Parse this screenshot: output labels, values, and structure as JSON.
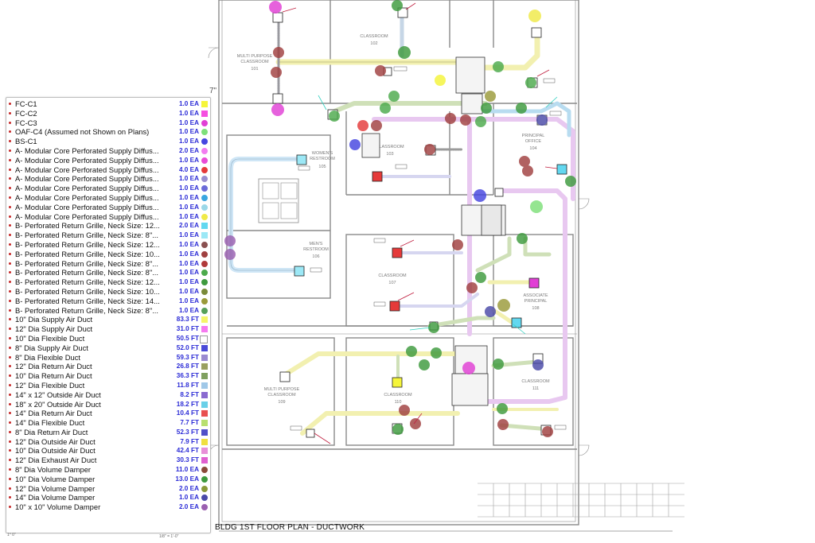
{
  "sheet": {
    "title": "BLDG 1ST FLOOR PLAN - DUCTWORK",
    "title_prefix": "BLDG",
    "corner_note": "1° 0\"",
    "scale_note": "1/8\" = 1'-0\"",
    "top_mark": "7\""
  },
  "rooms": [
    {
      "label": "MULTI PURPOSE CLASSROOM",
      "line1": "MULTI PURPOSE",
      "line2": "CLASSROOM",
      "num": "101"
    },
    {
      "label": "CLASSROOM",
      "line1": "CLASSROOM",
      "num": "102"
    },
    {
      "label": "CLASSROOM",
      "line1": "CLASSROOM",
      "num": "103"
    },
    {
      "label": "PRINCIPAL OFFICE",
      "line1": "PRINCIPAL",
      "line2": "OFFICE",
      "num": "104"
    },
    {
      "label": "WOMEN'S RESTROOM",
      "line1": "WOMEN'S",
      "line2": "RESTROOM",
      "num": "105"
    },
    {
      "label": "MEN'S RESTROOM",
      "line1": "MEN'S",
      "line2": "RESTROOM",
      "num": "106"
    },
    {
      "label": "CLASSROOM",
      "line1": "CLASSROOM",
      "num": "107"
    },
    {
      "label": "ASSOCIATE PRINCIPAL",
      "line1": "ASSOCIATE",
      "line2": "PRINCIPAL",
      "num": "108"
    },
    {
      "label": "MULTI PURPOSE CLASSROOM",
      "line1": "MULTI PURPOSE",
      "line2": "CLASSROOM",
      "num": "109"
    },
    {
      "label": "CLASSROOM",
      "line1": "CLASSROOM",
      "num": "110"
    },
    {
      "label": "CLASSROOM",
      "line1": "CLASSROOM",
      "num": "111"
    }
  ],
  "legend": {
    "items": [
      {
        "name": "FC-C1",
        "qty": "1.0 EA",
        "color": "#f5f53a",
        "shape": "square"
      },
      {
        "name": "FC-C2",
        "qty": "1.0 EA",
        "color": "#f54fe0",
        "shape": "square"
      },
      {
        "name": "FC-C3",
        "qty": "1.0 EA",
        "color": "#e13fd5",
        "shape": "circle"
      },
      {
        "name": "OAF-C4 (Assumed not Shown on Plans)",
        "qty": "1.0 EA",
        "color": "#7ee07a",
        "shape": "circle"
      },
      {
        "name": "BS-C1",
        "qty": "1.0 EA",
        "color": "#4646e0",
        "shape": "circle"
      },
      {
        "name": "A- Modular Core Perforated Supply Diffus...",
        "qty": "2.0 EA",
        "color": "#f27df0",
        "shape": "circle"
      },
      {
        "name": "A- Modular Core Perforated Supply Diffus...",
        "qty": "1.0 EA",
        "color": "#e94cd6",
        "shape": "circle"
      },
      {
        "name": "A- Modular Core Perforated Supply Diffus...",
        "qty": "4.0 EA",
        "color": "#e53a3a",
        "shape": "circle"
      },
      {
        "name": "A- Modular Core Perforated Supply Diffus...",
        "qty": "1.0 EA",
        "color": "#9a8ed0",
        "shape": "circle"
      },
      {
        "name": "A- Modular Core Perforated Supply Diffus...",
        "qty": "1.0 EA",
        "color": "#6b6bd8",
        "shape": "circle"
      },
      {
        "name": "A- Modular Core Perforated Supply Diffus...",
        "qty": "1.0 EA",
        "color": "#3aa6e0",
        "shape": "circle"
      },
      {
        "name": "A- Modular Core Perforated Supply Diffus...",
        "qty": "1.0 EA",
        "color": "#9bd8e8",
        "shape": "circle"
      },
      {
        "name": "A- Modular Core Perforated Supply Diffus...",
        "qty": "1.0 EA",
        "color": "#f0ea48",
        "shape": "circle"
      },
      {
        "name": "B- Perforated Return Grille, Neck Size: 12...",
        "qty": "2.0 EA",
        "color": "#62d8f0",
        "shape": "square"
      },
      {
        "name": "B- Perforated Return Grille, Neck Size: 8\"...",
        "qty": "1.0 EA",
        "color": "#9ce8f6",
        "shape": "square"
      },
      {
        "name": "B- Perforated Return Grille, Neck Size: 12...",
        "qty": "1.0 EA",
        "color": "#8a5050",
        "shape": "circle"
      },
      {
        "name": "B- Perforated Return Grille, Neck Size: 10...",
        "qty": "1.0 EA",
        "color": "#a04040",
        "shape": "circle"
      },
      {
        "name": "B- Perforated Return Grille, Neck Size: 8\"...",
        "qty": "1.0 EA",
        "color": "#b03a3a",
        "shape": "circle"
      },
      {
        "name": "B- Perforated Return Grille, Neck Size: 8\"...",
        "qty": "1.0 EA",
        "color": "#4caa4c",
        "shape": "circle"
      },
      {
        "name": "B- Perforated Return Grille, Neck Size: 12...",
        "qty": "1.0 EA",
        "color": "#3e9a3e",
        "shape": "circle"
      },
      {
        "name": "B- Perforated Return Grille, Neck Size: 10...",
        "qty": "1.0 EA",
        "color": "#7a8a3a",
        "shape": "circle"
      },
      {
        "name": "B- Perforated Return Grille, Neck Size: 14...",
        "qty": "1.0 EA",
        "color": "#9a9a3a",
        "shape": "circle"
      },
      {
        "name": "B- Perforated Return Grille, Neck Size: 8\"...",
        "qty": "1.0 EA",
        "color": "#56a05a",
        "shape": "circle"
      },
      {
        "name": "10\" Dia Supply Air Duct",
        "qty": "83.3 FT",
        "color": "#f5f56a",
        "shape": "square"
      },
      {
        "name": "12\" Dia Supply Air Duct",
        "qty": "31.0 FT",
        "color": "#f57af0",
        "shape": "square"
      },
      {
        "name": "10\" Dia Flexible Duct",
        "qty": "50.5 FT",
        "color": "#ffffff",
        "shape": "square"
      },
      {
        "name": "8\" Dia Supply Air Duct",
        "qty": "52.0 FT",
        "color": "#4a4ad8",
        "shape": "square"
      },
      {
        "name": "8\" Dia Flexible Duct",
        "qty": "59.3 FT",
        "color": "#9a8ad0",
        "shape": "square"
      },
      {
        "name": "12\" Dia Return Air Duct",
        "qty": "26.8 FT",
        "color": "#9aa060",
        "shape": "square"
      },
      {
        "name": "10\" Dia Return Air Duct",
        "qty": "36.3 FT",
        "color": "#80a060",
        "shape": "square"
      },
      {
        "name": "12\" Dia Flexible Duct",
        "qty": "11.8 FT",
        "color": "#a0c8e8",
        "shape": "square"
      },
      {
        "name": "14\" x 12\" Outside Air Duct",
        "qty": "8.2 FT",
        "color": "#8a6ad0",
        "shape": "square"
      },
      {
        "name": "18\" x 20\" Outside Air Duct",
        "qty": "18.2 FT",
        "color": "#6ad0e8",
        "shape": "square"
      },
      {
        "name": "14\" Dia Return Air Duct",
        "qty": "10.4 FT",
        "color": "#e85050",
        "shape": "square"
      },
      {
        "name": "14\" Dia Flexible Duct",
        "qty": "7.7 FT",
        "color": "#b8e070",
        "shape": "square"
      },
      {
        "name": "8\" Dia Return Air Duct",
        "qty": "52.3 FT",
        "color": "#5050c8",
        "shape": "square"
      },
      {
        "name": "12\" Dia Outside Air Duct",
        "qty": "7.9 FT",
        "color": "#f0e040",
        "shape": "square"
      },
      {
        "name": "10\" Dia Outside Air Duct",
        "qty": "42.4 FT",
        "color": "#e890d8",
        "shape": "square"
      },
      {
        "name": "12\" Dia Exhaust Air Duct",
        "qty": "30.3 FT",
        "color": "#e060d0",
        "shape": "square"
      },
      {
        "name": "8\" Dia Volume Damper",
        "qty": "11.0 EA",
        "color": "#8a4a3a",
        "shape": "circle"
      },
      {
        "name": "10\" Dia Volume Damper",
        "qty": "13.0 EA",
        "color": "#3e9a3e",
        "shape": "circle"
      },
      {
        "name": "12\" Dia Volume Damper",
        "qty": "2.0 EA",
        "color": "#8a9a3a",
        "shape": "circle"
      },
      {
        "name": "14\" Dia Volume Damper",
        "qty": "1.0 EA",
        "color": "#4a4aa8",
        "shape": "circle"
      },
      {
        "name": "10\" x 10\" Volume Damper",
        "qty": "2.0 EA",
        "color": "#9a60b0",
        "shape": "circle"
      }
    ]
  },
  "colors": {
    "supply_duct": "#f2f0b0",
    "return_duct": "#cfe0b8",
    "outside_duct": "#e8c8f0",
    "exhaust_duct": "#b8dcf0",
    "wall": "#8a8a8a",
    "qty_text": "#2b2bd6"
  }
}
